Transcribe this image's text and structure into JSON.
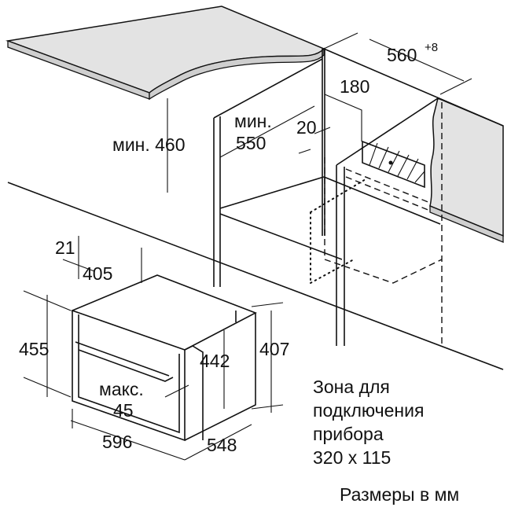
{
  "dimensions": {
    "min_height_label": "мин. 460",
    "min_depth_prefix": "мин.",
    "min_depth_value": "550",
    "gap_20": "20",
    "offset_180": "180",
    "niche_width": "560",
    "niche_width_tolerance": "+8",
    "front_21": "21",
    "depth_405": "405",
    "height_455": "455",
    "inner_442": "442",
    "height_407": "407",
    "max_label": "макс.",
    "max_value": "45",
    "width_596": "596",
    "depth_548": "548"
  },
  "connection_zone": {
    "line1": "Зона для",
    "line2": "подключения",
    "line3": "прибора",
    "line4": "320 x 115"
  },
  "units_note": "Размеры в мм"
}
